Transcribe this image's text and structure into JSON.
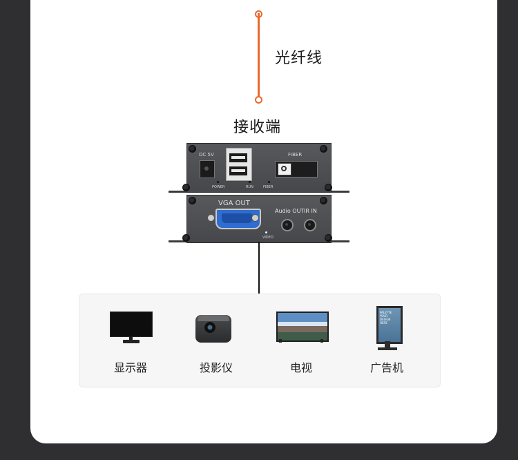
{
  "fiber": {
    "label": "光纤线",
    "color": "#e8692b"
  },
  "receiver": {
    "label": "接收端",
    "top_unit": {
      "dc_label": "DC 5V",
      "fiber_label": "FIBER",
      "led_labels": [
        "POWER",
        "RUN",
        "FIBER"
      ]
    },
    "bottom_unit": {
      "vga_label": "VGA OUT",
      "audio_label": "Audio OUT",
      "ir_label": "IR IN",
      "video_led_label": "VIDEO"
    }
  },
  "devices": [
    {
      "icon": "monitor-icon",
      "label": "显示器"
    },
    {
      "icon": "projector-icon",
      "label": "投影仪"
    },
    {
      "icon": "tv-icon",
      "label": "电视"
    },
    {
      "icon": "kiosk-icon",
      "label": "广告机",
      "screen_text": "PALETTE YOUR DESIGN HERE"
    }
  ]
}
